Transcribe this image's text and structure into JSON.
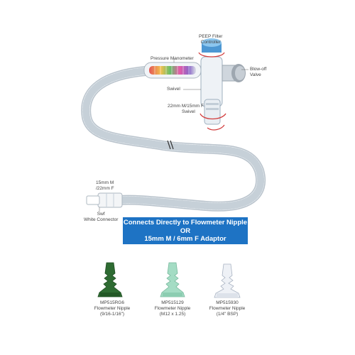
{
  "labels": {
    "peep_controller": [
      "PEEP Filter",
      "Controller"
    ],
    "manometer": "Pressure Manometer",
    "blowoff": [
      "Blow-off",
      "Valve"
    ],
    "swivel": "Swivel",
    "swivel_port": [
      "22mm M/15mm F",
      "Swivel"
    ],
    "port_15": [
      "15mm M",
      "/22mm F"
    ],
    "connector": [
      "Swf",
      "White Connector"
    ]
  },
  "banner": {
    "line1": "Connects Directly to Flowmeter Nipple",
    "line2": "OR",
    "line3": "15mm M / 6mm F Adaptor"
  },
  "adaptors": [
    {
      "code": "MP515RG6",
      "name": "Flowmeter Nipple",
      "spec": "(9/16-1/16\")",
      "color": "#2e6b32"
    },
    {
      "code": "MP515129",
      "name": "Flowmeter Nipple",
      "spec": "(M12 x 1.25)",
      "color": "#9fd9bf"
    },
    {
      "code": "MP515930",
      "name": "Flowmeter Nipple",
      "spec": "(1/4\" BSP)",
      "color": "#e8ebf2"
    }
  ]
}
